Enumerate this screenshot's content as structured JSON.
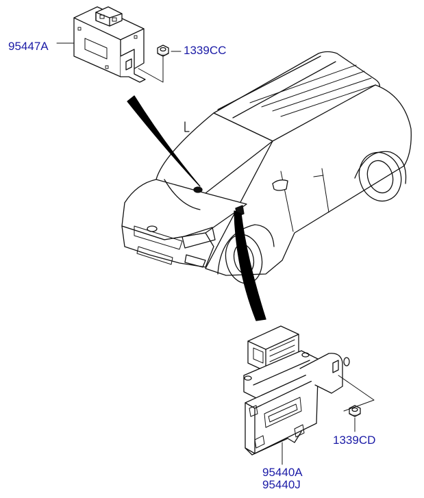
{
  "diagram": {
    "colors": {
      "label": "#1a1aa6",
      "line": "#111111",
      "body_fill": "#ffffff",
      "shadow": "#000000"
    },
    "icons": [
      "vehicle-illustration-icon",
      "control-module-icon",
      "nut-icon",
      "ecu-bracket-icon",
      "pointer-arrow-icon"
    ],
    "labels": {
      "module_top": "95447A",
      "nut_top": "1339CC",
      "nut_bottom": "1339CD",
      "ecu_1": "95440A",
      "ecu_2": "95440J"
    }
  }
}
